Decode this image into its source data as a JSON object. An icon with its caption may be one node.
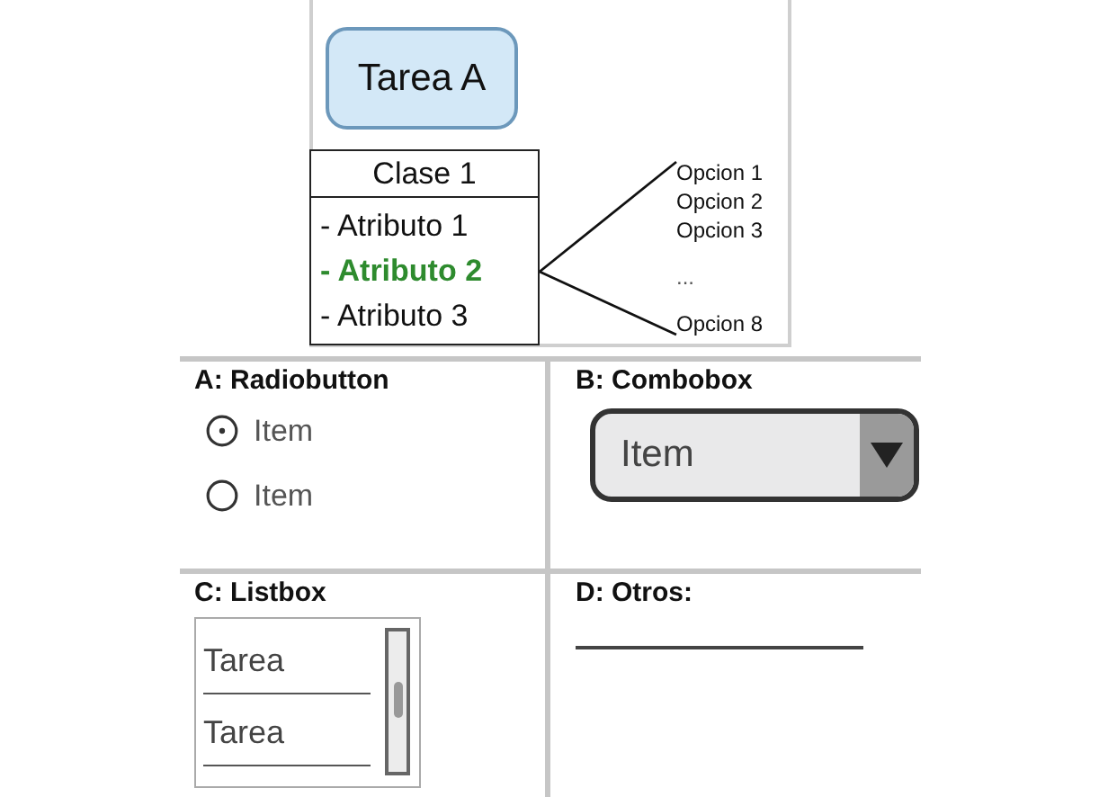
{
  "diagram": {
    "nodes": [
      {
        "text": [
          "Tarea A"
        ]
      },
      {
        "text": [
          "Clase 1"
        ]
      },
      {
        "text": [
          "- Atributo 1"
        ],
        "in": 1
      },
      {
        "text": [
          "- Atributo 2"
        ],
        "in": 1
      },
      {
        "text": [
          "- Atributo 3"
        ],
        "in": 1
      },
      {
        "text": [
          "Opcion 1"
        ]
      },
      {
        "text": [
          "Opcion 2"
        ]
      },
      {
        "text": [
          "Opcion 3"
        ]
      },
      {
        "text": [
          "..."
        ]
      },
      {
        "text": [
          "Opcion 8"
        ]
      }
    ],
    "edges": [
      {
        "from": 3,
        "to": 5,
        "arrow": "none"
      },
      {
        "from": 3,
        "to": 9,
        "arrow": "none"
      }
    ],
    "labels": [
      "A: Radiobutton",
      "Item",
      "Item",
      "B: Combobox",
      "Item",
      "C: Listbox",
      "Tarea",
      "Tarea",
      "D: Otros:"
    ]
  }
}
